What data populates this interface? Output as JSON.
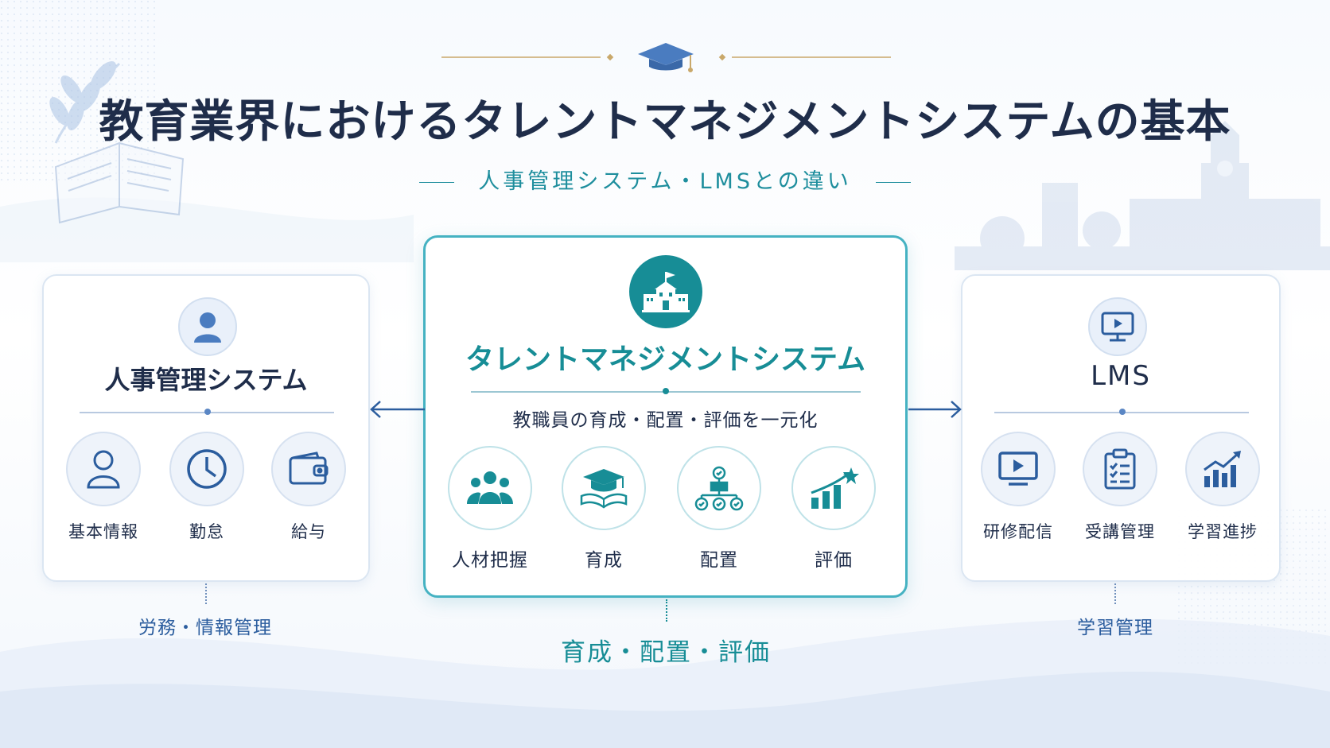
{
  "header": {
    "title": "教育業界におけるタレントマネジメントシステムの基本",
    "subtitle": "人事管理システム・LMSとの違い",
    "ornament_icon": "graduation-cap-icon"
  },
  "colors": {
    "navy": "#1f2d4a",
    "teal": "#178d96",
    "teal_border": "#45b2c2",
    "blue": "#2b5d9e",
    "gold": "#c9a86a"
  },
  "cards": {
    "left": {
      "icon": "person-icon",
      "title": "人事管理システム",
      "items": [
        {
          "icon": "user-icon",
          "label": "基本情報"
        },
        {
          "icon": "clock-icon",
          "label": "勤怠"
        },
        {
          "icon": "wallet-icon",
          "label": "給与"
        }
      ],
      "footer": "労務・情報管理"
    },
    "center": {
      "icon": "school-building-icon",
      "title": "タレントマネジメントシステム",
      "description": "教職員の育成・配置・評価を一元化",
      "items": [
        {
          "icon": "people-group-icon",
          "label": "人材把握"
        },
        {
          "icon": "cap-book-icon",
          "label": "育成"
        },
        {
          "icon": "org-chart-icon",
          "label": "配置"
        },
        {
          "icon": "growth-chart-icon",
          "label": "評価"
        }
      ],
      "footer": "育成・配置・評価"
    },
    "right": {
      "icon": "monitor-play-icon",
      "title": "LMS",
      "items": [
        {
          "icon": "video-play-icon",
          "label": "研修配信"
        },
        {
          "icon": "clipboard-checklist-icon",
          "label": "受講管理"
        },
        {
          "icon": "progress-chart-icon",
          "label": "学習進捗"
        }
      ],
      "footer": "学習管理"
    }
  }
}
